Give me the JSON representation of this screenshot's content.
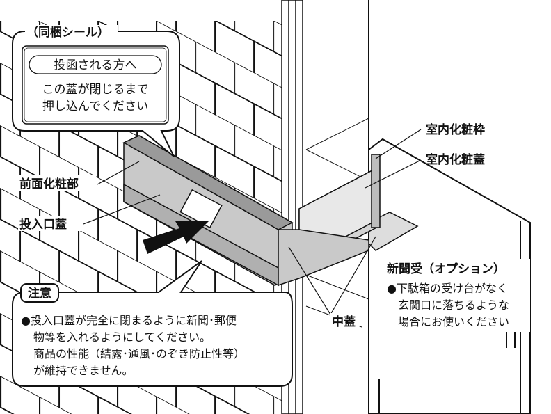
{
  "sticker_callout": {
    "heading": "（同梱シール）",
    "badge": "投函される方へ",
    "line1": "この蓋が閉じるまで",
    "line2": "押し込んでください"
  },
  "labels": {
    "front_trim": "前面化粧部",
    "slot_lid": "投入口蓋",
    "interior_frame": "室内化粧枠",
    "interior_lid": "室内化粧蓋",
    "middle_lid": "中蓋"
  },
  "option": {
    "title": "新聞受（オプション）",
    "line1": "●下駄箱の受け台がなく",
    "line2": "玄関口に落ちるような",
    "line3": "場合にお使いください"
  },
  "caution": {
    "title": "注意",
    "line1": "●投入口蓋が完全に閉まるように新聞･郵便",
    "line2": "物等を入れるようにしてください。",
    "line3": "商品の性能（結露･通風･のぞき防止性等）",
    "line4": "が維持できません。"
  },
  "colors": {
    "line": "#111111",
    "part_fill": "#c9c9c9",
    "part_dark": "#9a9a9a"
  }
}
